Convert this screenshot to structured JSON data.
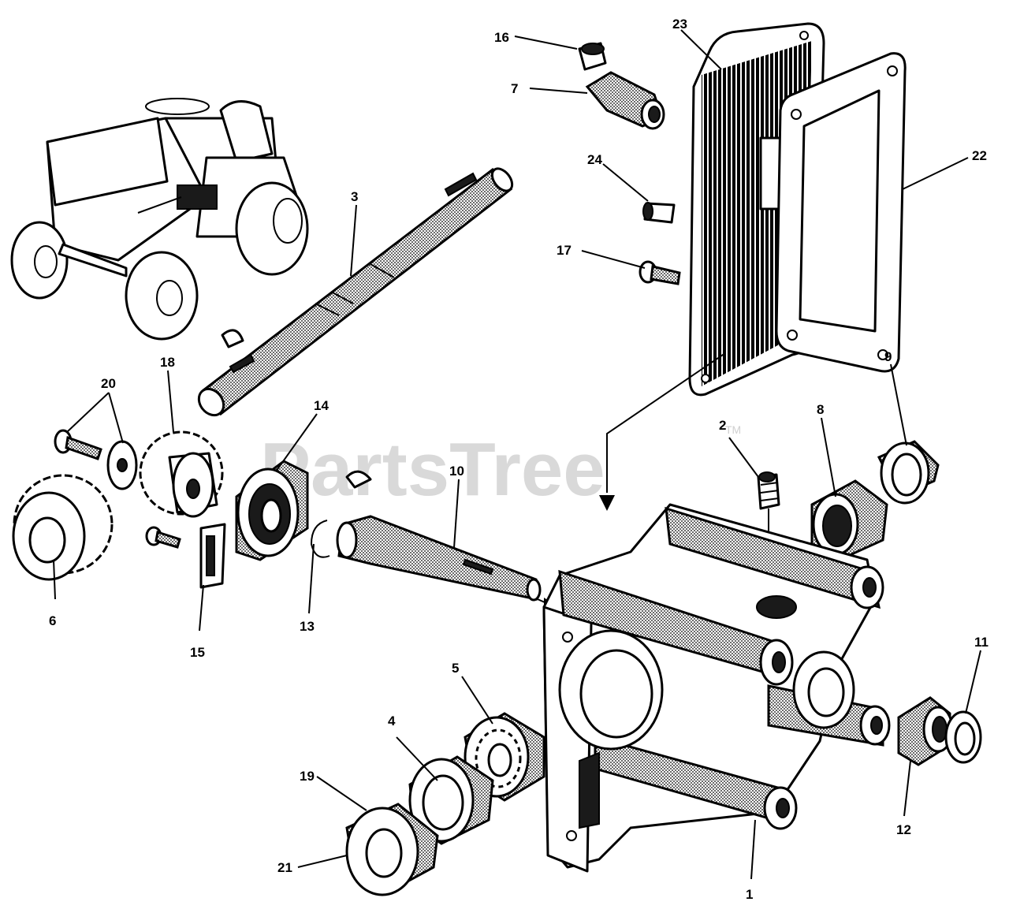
{
  "watermark": {
    "text": "PartsTree",
    "trademark": "TM"
  },
  "callouts": [
    {
      "label": "1"
    },
    {
      "label": "2"
    },
    {
      "label": "3"
    },
    {
      "label": "4"
    },
    {
      "label": "5"
    },
    {
      "label": "6"
    },
    {
      "label": "7"
    },
    {
      "label": "8"
    },
    {
      "label": "9"
    },
    {
      "label": "10"
    },
    {
      "label": "11"
    },
    {
      "label": "12"
    },
    {
      "label": "13"
    },
    {
      "label": "14"
    },
    {
      "label": "15"
    },
    {
      "label": "16"
    },
    {
      "label": "17"
    },
    {
      "label": "18"
    },
    {
      "label": "19"
    },
    {
      "label": "20"
    },
    {
      "label": "21"
    },
    {
      "label": "22"
    },
    {
      "label": "23"
    },
    {
      "label": "24"
    }
  ],
  "colors": {
    "ink": "#000000",
    "paper": "#ffffff",
    "watermark": "#d9d9d9"
  }
}
